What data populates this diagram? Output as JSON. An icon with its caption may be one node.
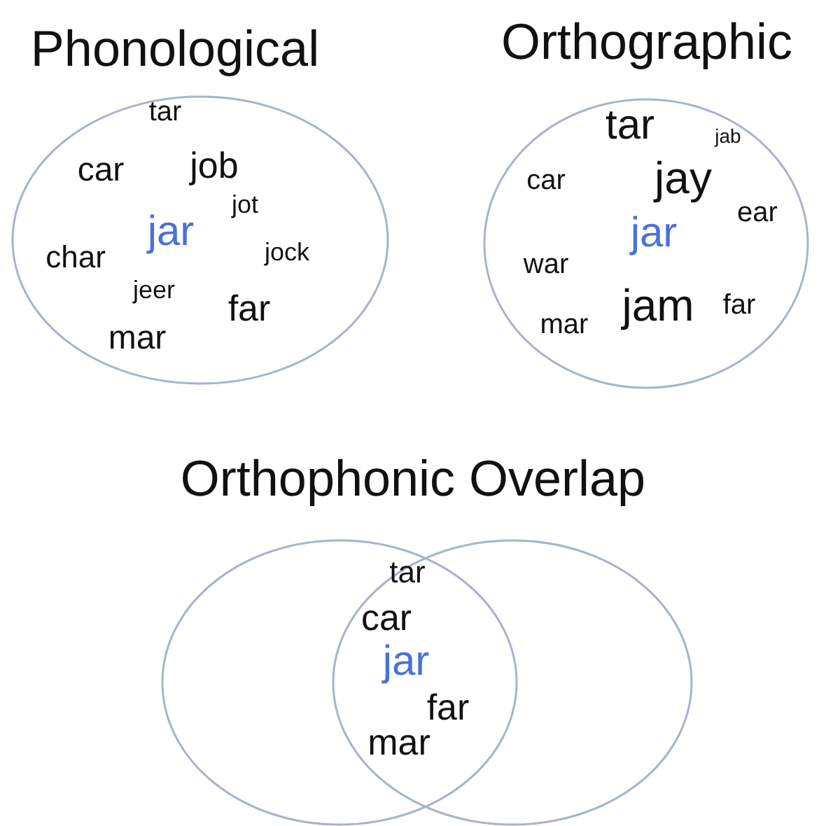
{
  "diagram": {
    "nodes": [
      {
        "text": [
          "Phonological",
          "tar",
          "car",
          "job",
          "jot",
          "jar",
          "char",
          "jock",
          "jeer",
          "far",
          "mar"
        ]
      },
      {
        "text": [
          "Orthographic",
          "tar",
          "jab",
          "car",
          "jay",
          "ear",
          "jar",
          "war",
          "mar",
          "jam",
          "far"
        ]
      },
      {
        "text": [
          "Orthophonic Overlap"
        ]
      },
      {
        "text": [],
        "shape": "circle"
      }
    ],
    "edges": [],
    "labels": [
      "tar",
      "car",
      "jar",
      "far",
      "mar"
    ]
  }
}
